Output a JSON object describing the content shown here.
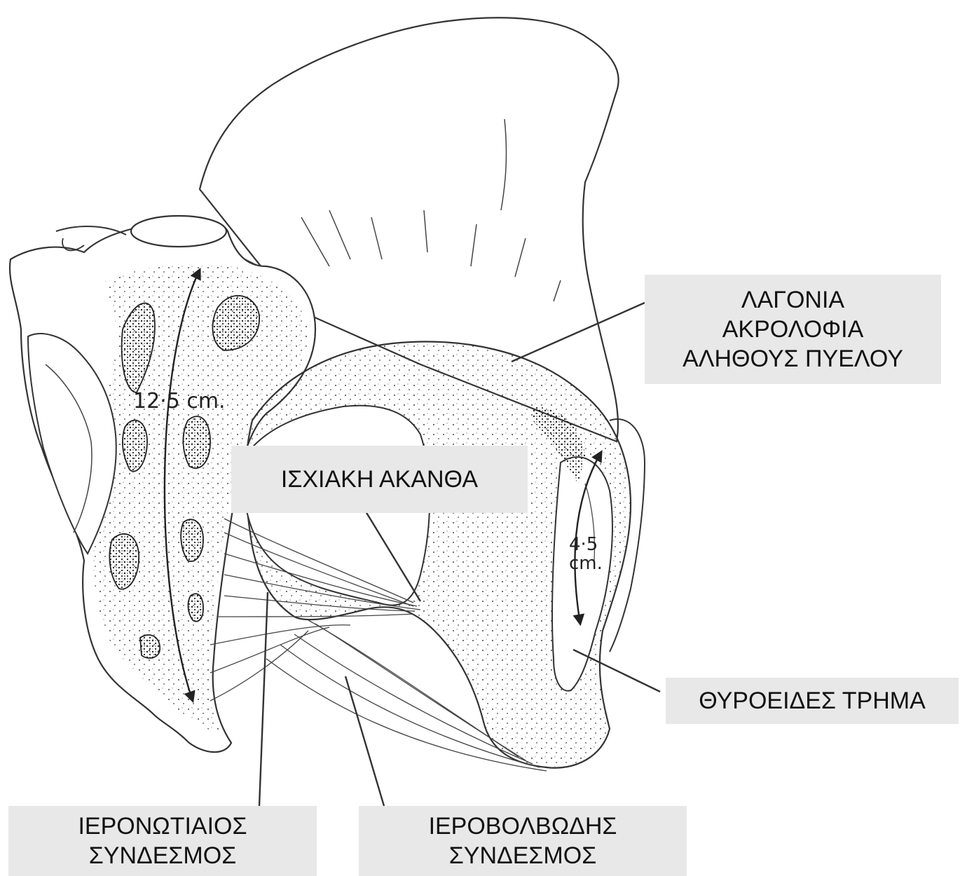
{
  "diagram": {
    "labels": {
      "iliac_crest": [
        "ΛΑΓΟΝΙΑ",
        "ΑΚΡΟΛΟΦΙΑ",
        "ΑΛΗΘΟΥΣ ΠΥΕΛΟΥ"
      ],
      "ischial_spine": "ΙΣΧΙΑΚΗ ΑΚΑΝΘΑ",
      "obturator_foramen": "ΘΥΡΟΕΙΔΕΣ ΤΡΗΜΑ",
      "sacrotuberous_ligament": [
        "ΙΕΡΟΝΩΤΙΑΙΟΣ",
        "ΣΥΝΔΕΣΜΟΣ"
      ],
      "sacrospinous_ligament": [
        "ΙΕΡΟΒΟΛΒΩΔΗΣ",
        "ΣΥΝΔΕΣΜΟΣ"
      ]
    },
    "measurements": {
      "sacrum_length": "12·5 cm.",
      "pubic_value": "4·5",
      "pubic_unit": "cm."
    },
    "colors": {
      "label_background": "#e8e8e8",
      "line": "#333333",
      "stipple": "#2a2a2a"
    }
  }
}
